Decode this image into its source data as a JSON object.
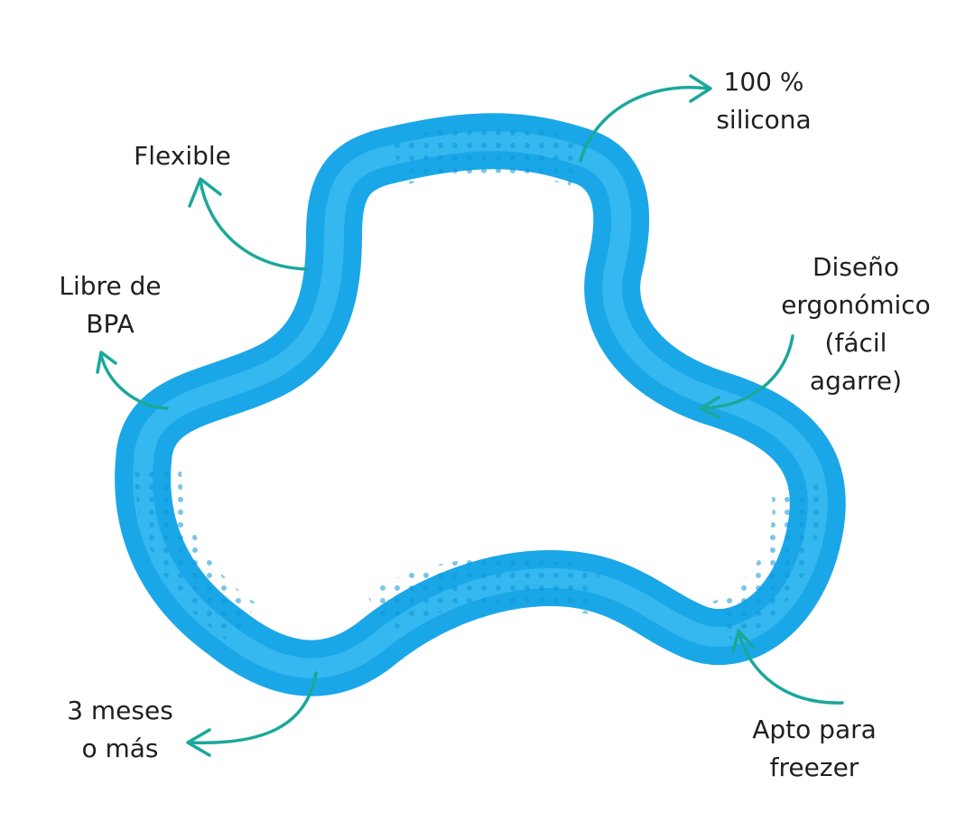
{
  "labels": {
    "silicona": [
      "100 %",
      "silicona"
    ],
    "flexible": [
      "Flexible"
    ],
    "bpa": [
      "Libre de",
      "BPA"
    ],
    "ergonomico": [
      "Diseño",
      "ergonómico",
      "(fácil",
      "agarre)"
    ],
    "meses": [
      "3 meses",
      "o más"
    ],
    "freezer": [
      "Apto para",
      "freezer"
    ]
  },
  "colors": {
    "ring": "#1aa7e8",
    "ring_light": "#4cc4f5",
    "arrow": "#1aa89a",
    "text": "#1f1f1f"
  },
  "icons": [
    "teether-ring",
    "curved-arrow"
  ]
}
